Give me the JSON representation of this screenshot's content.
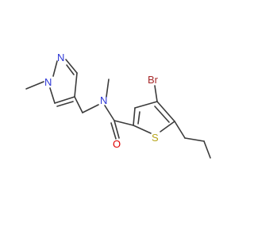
{
  "molecule": {
    "atoms": {
      "bromine": "Br",
      "sulfur": "S",
      "oxygen": "O",
      "amide_nitrogen": "N",
      "pyrazole_n1": "N",
      "pyrazole_n2": "N"
    }
  },
  "colors": {
    "bond": "#3b3b3b",
    "bromine": "#a6292a",
    "sulfur": "#b7a51a",
    "oxygen": "#e00000",
    "nitrogen": "#2b35d6",
    "background": "#ffffff"
  }
}
